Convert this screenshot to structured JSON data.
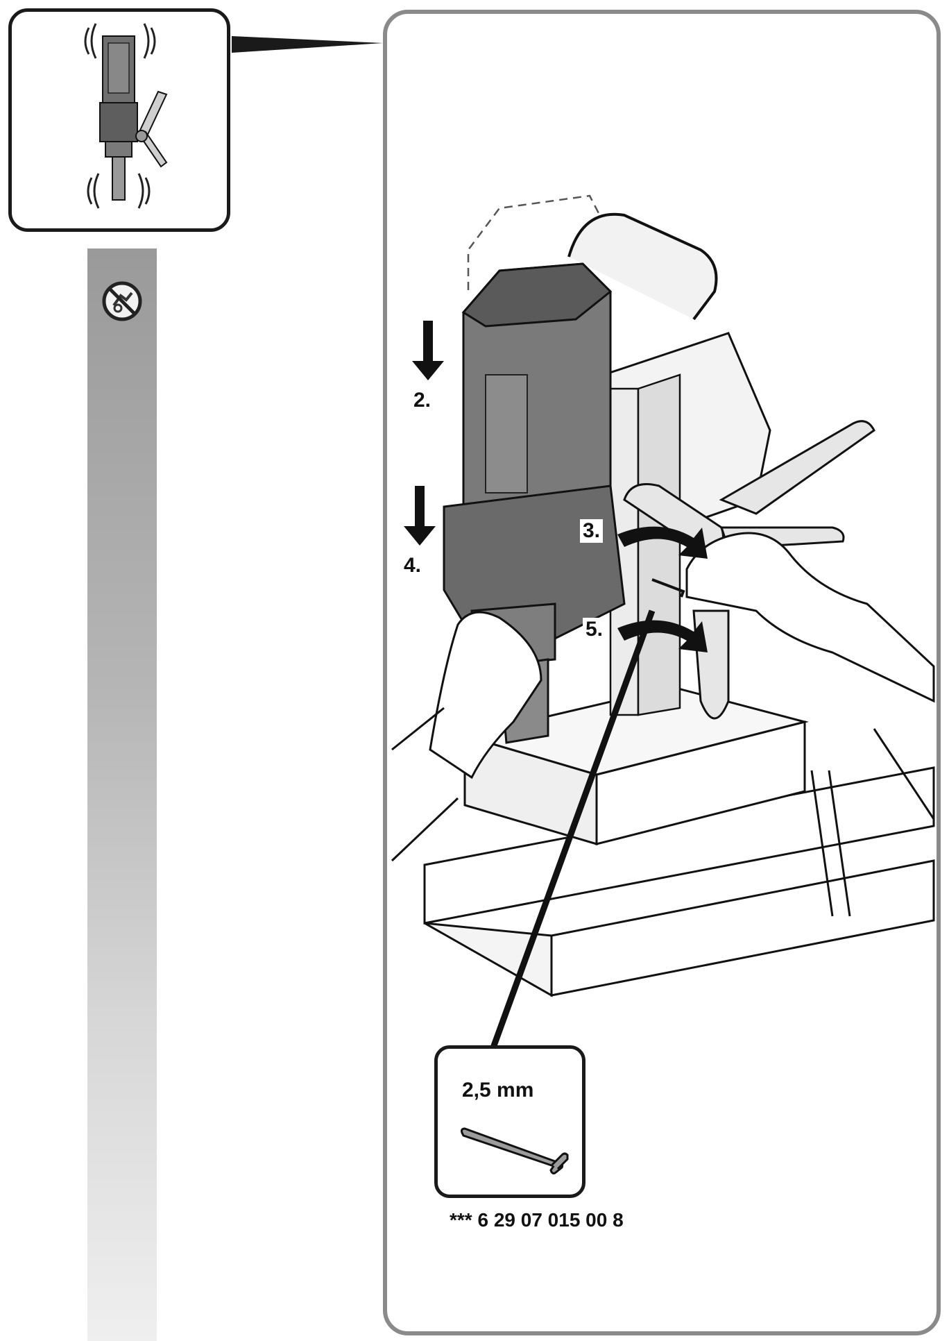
{
  "steps": {
    "step2": "2.",
    "step3": "3.",
    "step4": "4.",
    "step5": "5."
  },
  "tool": {
    "size_label": "2,5 mm",
    "part_number": "*** 6 29 07 015 00 8"
  },
  "icons": {
    "sidebar_icon": "no-vibration-prohibited-icon"
  },
  "colors": {
    "frame": "#8a8a8a",
    "ink": "#1a1a1a",
    "sidebar_top": "#9a9a9a",
    "sidebar_bottom": "#efefef"
  }
}
